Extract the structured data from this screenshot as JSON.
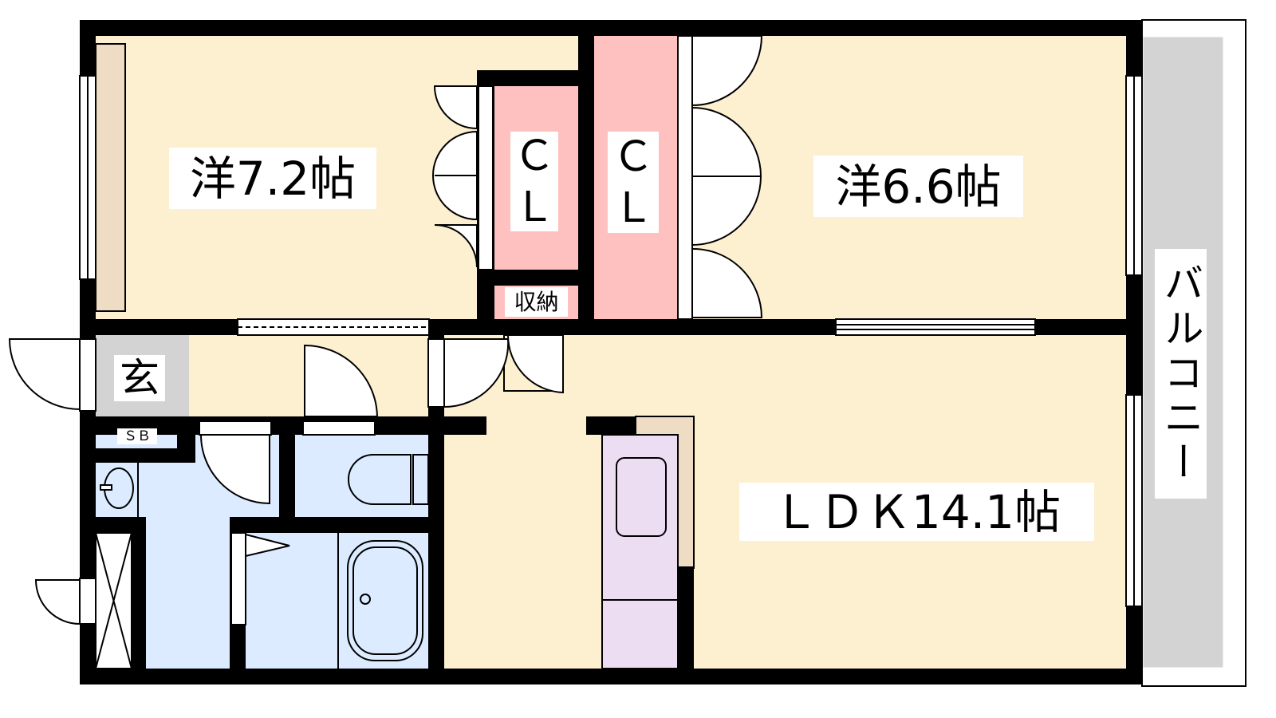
{
  "rooms": {
    "western_1": "洋7.2帖",
    "western_2": "洋6.6帖",
    "ldk": "ＬＤＫ14.1帖",
    "entrance": "玄",
    "shoe_box": "ＳＢ",
    "storage": "収納",
    "closet_1": {
      "top": "Ｃ",
      "bottom": "Ｌ"
    },
    "closet_2": {
      "top": "Ｃ",
      "bottom": "Ｌ"
    },
    "balcony": "バルコニー"
  },
  "colors": {
    "room": "#FDF0D0",
    "closet": "#FFC0C0",
    "wet": "#DCEBFF",
    "entrance": "#D3D3D3",
    "kitchen": "#ECDDF3",
    "counter": "#EEDDC4",
    "wall": "#000000"
  }
}
